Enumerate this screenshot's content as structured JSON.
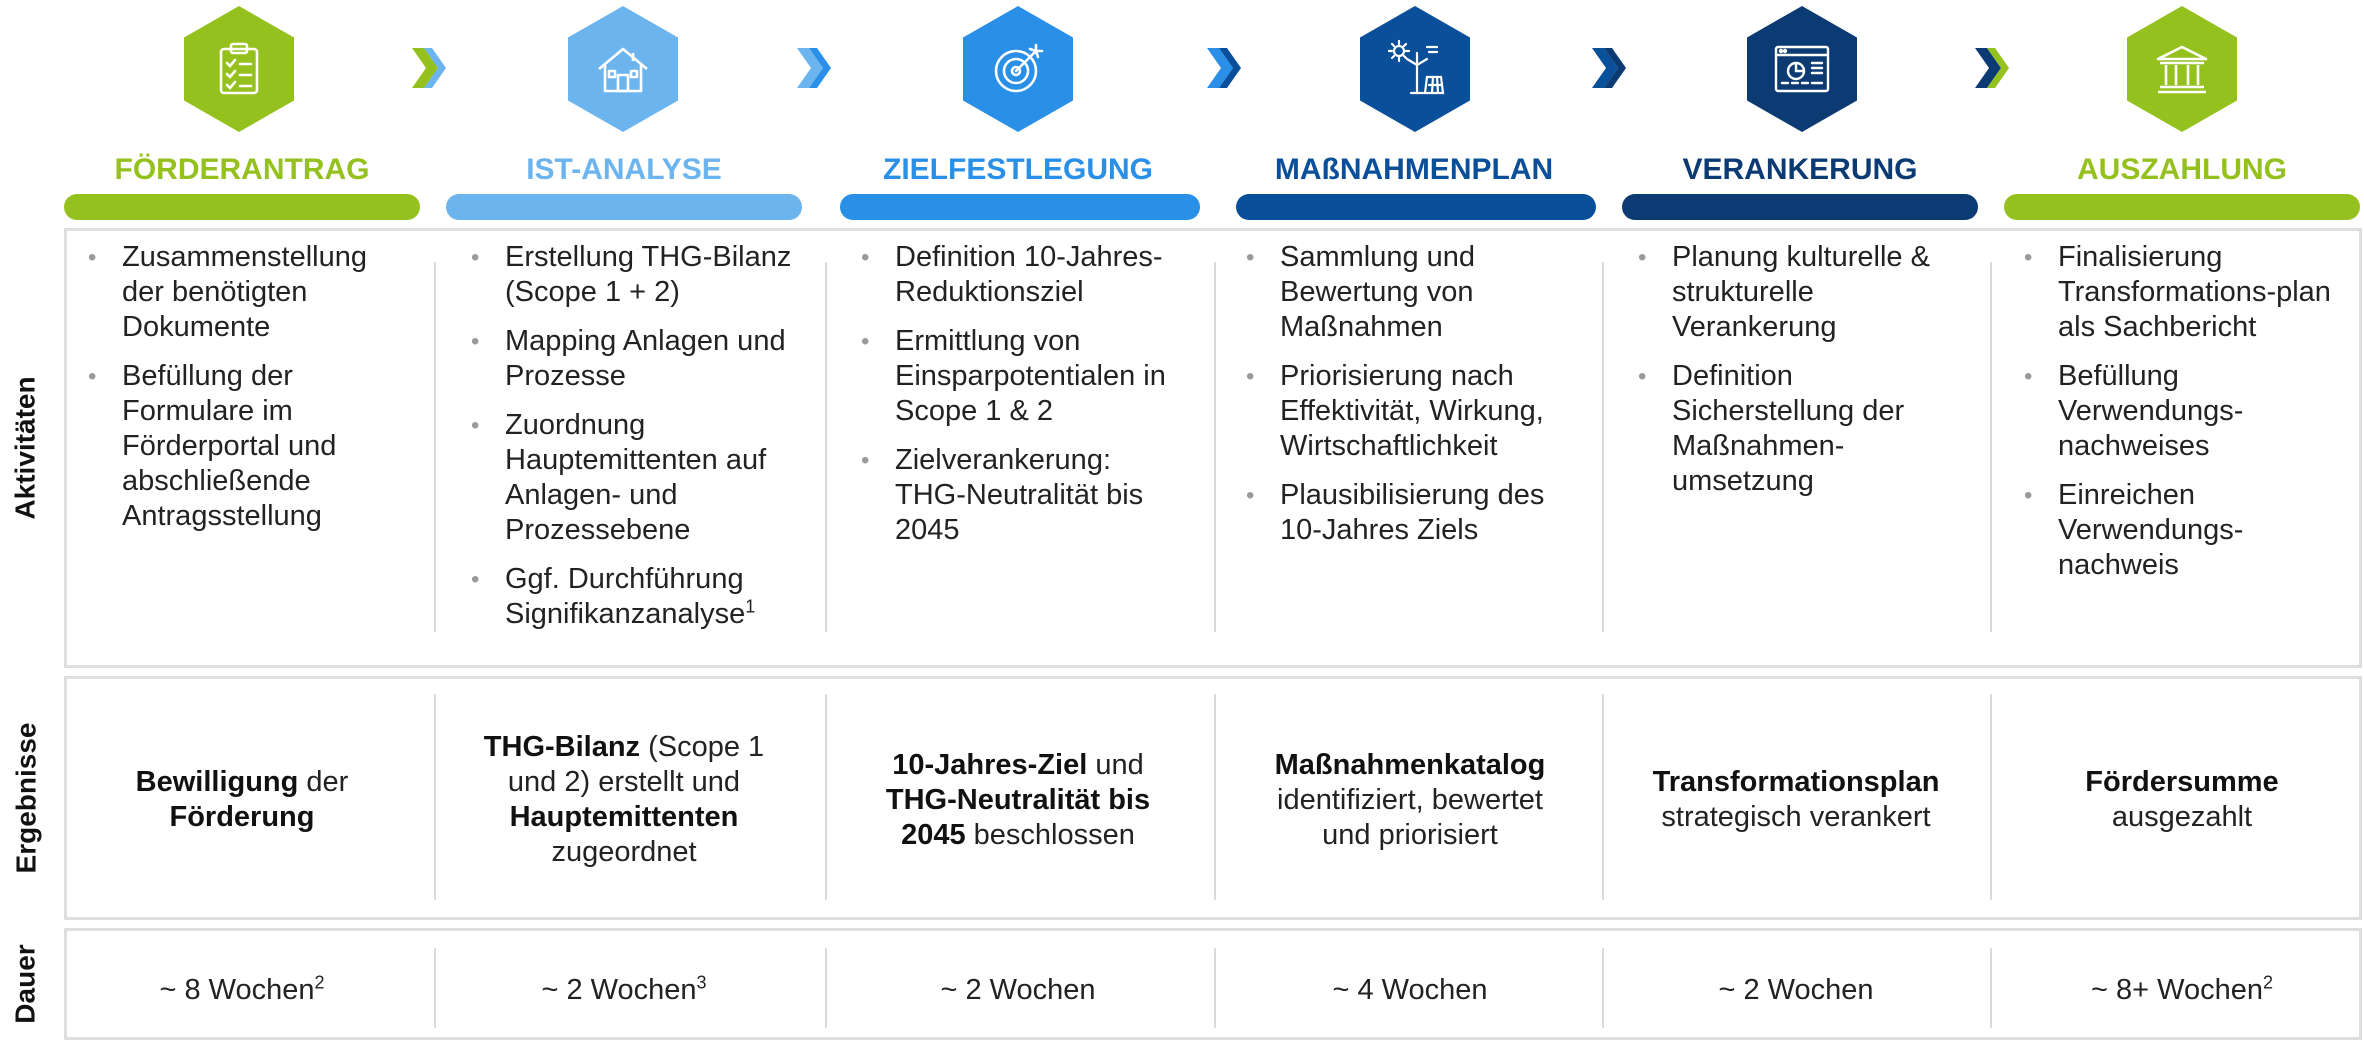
{
  "colors": {
    "green": "#95c11f",
    "light_blue": "#6cb4ee",
    "mid_blue": "#2a8fe6",
    "dark_blue": "#0a4f9a",
    "navy": "#0c3b73",
    "frame_gray": "#dedede"
  },
  "row_labels": {
    "activities": "Aktivitäten",
    "results": "Ergebnisse",
    "duration": "Dauer"
  },
  "phases": [
    {
      "title": "FÖRDERANTRAG",
      "icon": "clipboard-checklist-icon",
      "activities": [
        "Zusammenstellung der benötigten Dokumente",
        "Befüllung der Formulare im Förderportal und abschließende Antragsstellung"
      ],
      "result": {
        "b1": "Bewilligung",
        "t1": " der ",
        "b2": "Förderung"
      },
      "duration": "~ 8 Wochen",
      "duration_sup": "2"
    },
    {
      "title": "IST-ANALYSE",
      "icon": "house-icon",
      "activities": [
        "Erstellung THG-Bilanz (Scope 1 + 2)",
        "Mapping Anlagen und Prozesse",
        "Zuordnung Hauptemittenten auf Anlagen- und Prozessebene",
        "Ggf. Durchführung Signifikanzanalyse"
      ],
      "activity_sup": "1",
      "result": {
        "b1": "THG-Bilanz",
        "t1": " (Scope 1 und 2) erstellt und ",
        "b2": "Hauptemittenten",
        "t2": " zugeordnet"
      },
      "duration": "~ 2 Wochen",
      "duration_sup": "3"
    },
    {
      "title": "ZIELFESTLEGUNG",
      "icon": "target-icon",
      "activities": [
        "Definition 10-Jahres-Reduktionsziel",
        "Ermittlung von Einsparpotentialen in Scope 1 & 2",
        "Zielverankerung: THG-Neutralität bis 2045"
      ],
      "result": {
        "b1": "10-Jahres-Ziel",
        "t1": " und ",
        "b2": "THG-Neutralität bis 2045",
        "t2": " beschlossen"
      },
      "duration": "~ 2 Wochen"
    },
    {
      "title": "MAßNAHMENPLAN",
      "icon": "wind-turbine-solar-icon",
      "activities": [
        "Sammlung und Bewertung von Maßnahmen",
        "Priorisierung nach Effektivität, Wirkung, Wirtschaftlichkeit",
        "Plausibilisierung des 10-Jahres Ziels"
      ],
      "result": {
        "b1": "Maßnahmenkatalog",
        "t1": " identifiziert, bewertet und priorisiert"
      },
      "duration": "~ 4 Wochen"
    },
    {
      "title": "VERANKERUNG",
      "icon": "dashboard-window-icon",
      "activities": [
        "Planung kulturelle & strukturelle Verankerung",
        "Definition Sicherstellung der Maßnahmen-umsetzung"
      ],
      "result": {
        "b1": "Transformationsplan",
        "t1": " strategisch verankert"
      },
      "duration": "~ 2 Wochen"
    },
    {
      "title": "AUSZAHLUNG",
      "icon": "bank-building-icon",
      "activities": [
        "Finalisierung Transformations-plan als Sachbericht",
        "Befüllung Verwendungs-nachweises",
        "Einreichen Verwendungs-nachweis"
      ],
      "result": {
        "b1": "Fördersumme",
        "t1": " ausgezahlt"
      },
      "duration": "~ 8+ Wochen",
      "duration_sup": "2"
    }
  ]
}
